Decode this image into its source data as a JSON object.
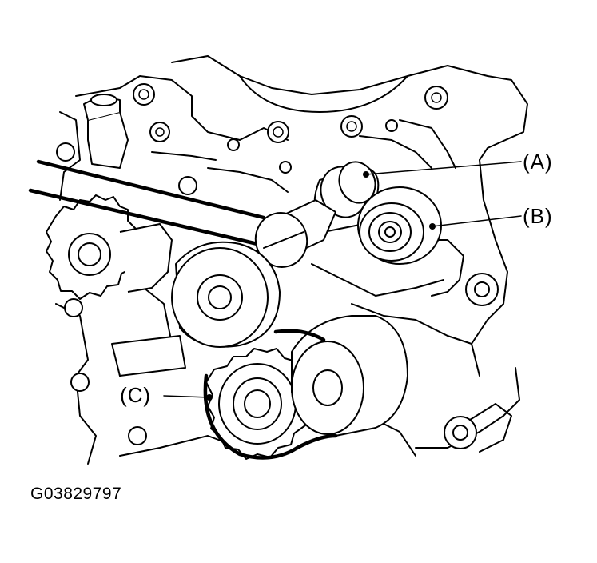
{
  "callouts": {
    "a": "(A)",
    "b": "(B)",
    "c": "(C)"
  },
  "figure_id": "G03829797"
}
